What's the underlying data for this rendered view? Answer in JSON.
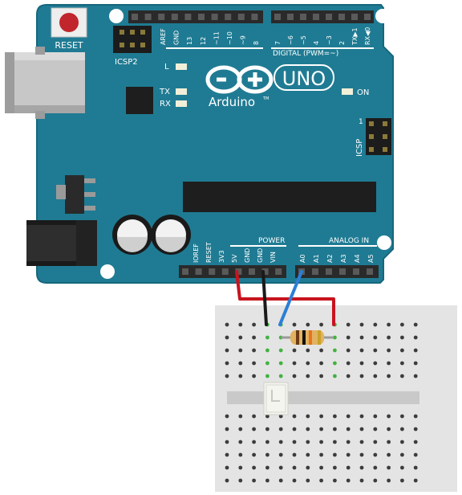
{
  "board": {
    "reset_label": "RESET",
    "icsp2_label": "ICSP2",
    "icsp_label": "ICSP",
    "icsp_pin1_label": "1",
    "led_l_label": "L",
    "led_tx_label": "TX",
    "led_rx_label": "RX",
    "led_on_label": "ON",
    "brand_label": "Arduino",
    "trademark": "TM",
    "model_label": "UNO",
    "digital_header_label": "DIGITAL (PWM=~)",
    "power_section_label": "POWER",
    "analog_section_label": "ANALOG IN",
    "top_left_pins": [
      "AREF",
      "GND",
      "13",
      "12",
      "~11",
      "~10",
      "~9",
      "8"
    ],
    "top_right_pins": [
      "7",
      "~6",
      "~5",
      "4",
      "~3",
      "2",
      "TX▶1",
      "RX◀0"
    ],
    "power_pins": [
      "IOREF",
      "RESET",
      "3V3",
      "5V",
      "GND",
      "GND",
      "VIN"
    ],
    "analog_pins": [
      "A0",
      "A1",
      "A2",
      "A3",
      "A4",
      "A5"
    ],
    "colors": {
      "board": "#1f7b93",
      "board_edge": "#16677c",
      "header": "#2a2a2a",
      "reset_button": "#c0262c",
      "usb": "#b3b3b3",
      "led": "#f2efd8"
    }
  },
  "wiring": {
    "colors": {
      "five_volt": "#c8141e",
      "ground": "#1a1a1a",
      "analog": "#2b7fd6"
    }
  },
  "breadboard": {
    "colors": {
      "body": "#e4e4e4",
      "hole": "#3c3c3c",
      "active_hole": "#3fb33f"
    }
  },
  "components": {
    "resistor_colors": {
      "body": "#e2b262",
      "bands": [
        "#6b3b14",
        "#111111",
        "#e8731d",
        "#c9a227"
      ]
    },
    "sensor_color": "#f5f5f0"
  }
}
